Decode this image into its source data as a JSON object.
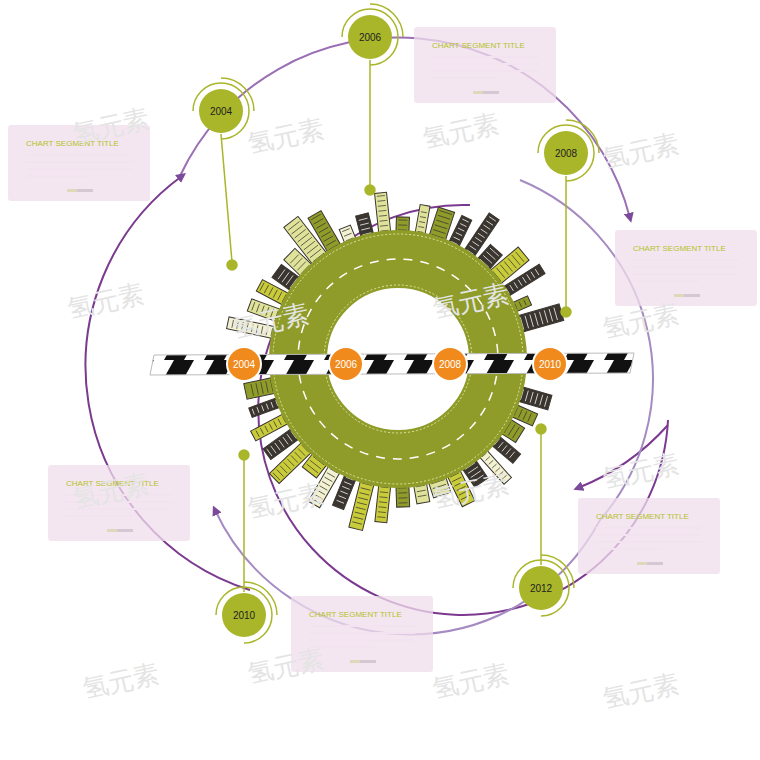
{
  "diagram": {
    "nodes": [
      {
        "text": [
          "2006"
        ]
      },
      {
        "text": [
          "CHART SEGMENT TITLE"
        ]
      },
      {
        "text": [
          "2004"
        ]
      },
      {
        "text": [
          "CHART SEGMENT TITLE"
        ]
      },
      {
        "text": [
          "2008"
        ]
      },
      {
        "text": [
          "CHART SEGMENT TITLE"
        ]
      },
      {
        "text": [
          "2004"
        ]
      },
      {
        "text": [
          "2006"
        ]
      },
      {
        "text": [
          "2008"
        ]
      },
      {
        "text": [
          "2010"
        ]
      },
      {
        "text": [
          "CHART SEGMENT TITLE"
        ]
      },
      {
        "text": [
          "CHART SEGMENT TITLE"
        ]
      },
      {
        "text": [
          "2010"
        ]
      },
      {
        "text": [
          "CHART SEGMENT TITLE"
        ]
      },
      {
        "text": [
          "2012"
        ]
      }
    ],
    "labels": [
      "氢元素",
      "氢元素",
      "氢元素",
      "氢元素",
      "氢元素",
      "氢元素",
      "氢元素",
      "氢元素",
      "氢元素",
      "氢元素",
      "氢元素",
      "氢元素",
      "氢元素",
      "氢元素",
      "氢元素",
      "氢元素"
    ]
  }
}
